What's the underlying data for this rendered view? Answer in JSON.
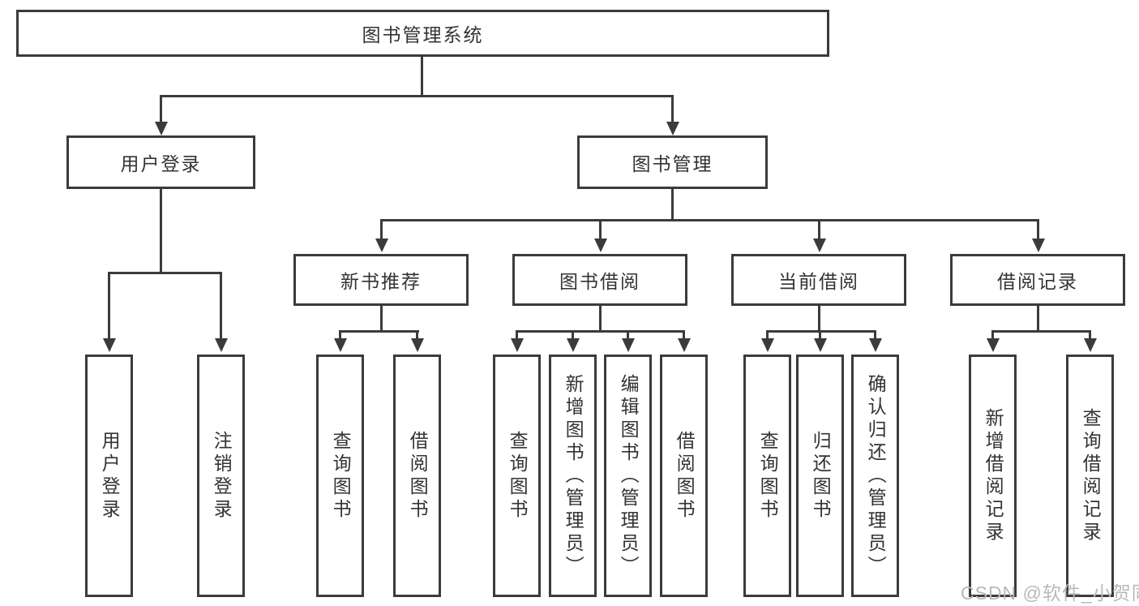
{
  "nodes": {
    "root": {
      "label": "图书管理系统"
    },
    "level2": [
      {
        "label": "用户登录"
      },
      {
        "label": "图书管理"
      }
    ],
    "level3": [
      {
        "label": "新书推荐",
        "parent": "图书管理"
      },
      {
        "label": "图书借阅",
        "parent": "图书管理"
      },
      {
        "label": "当前借阅",
        "parent": "图书管理"
      },
      {
        "label": "借阅记录",
        "parent": "图书管理"
      }
    ]
  },
  "leaves": [
    {
      "label": "用户登录",
      "parent": "用户登录"
    },
    {
      "label": "注销登录",
      "parent": "用户登录"
    },
    {
      "label": "查询图书",
      "parent": "新书推荐"
    },
    {
      "label": "借阅图书",
      "parent": "新书推荐"
    },
    {
      "label": "查询图书",
      "parent": "图书借阅"
    },
    {
      "label": "新增图书（管理员）",
      "parent": "图书借阅"
    },
    {
      "label": "编辑图书（管理员）",
      "parent": "图书借阅"
    },
    {
      "label": "借阅图书",
      "parent": "图书借阅"
    },
    {
      "label": "查询图书",
      "parent": "当前借阅"
    },
    {
      "label": "归还图书",
      "parent": "当前借阅"
    },
    {
      "label": "确认归还（管理员）",
      "parent": "当前借阅"
    },
    {
      "label": "新增借阅记录",
      "parent": "借阅记录"
    },
    {
      "label": "查询借阅记录",
      "parent": "借阅记录"
    }
  ],
  "watermark": {
    "text": "CSDN @软件_小贺同学"
  },
  "colors": {
    "line": "#3b3b3b",
    "text": "#333333",
    "watermark": "#b9b9b9",
    "background": "#ffffff"
  }
}
